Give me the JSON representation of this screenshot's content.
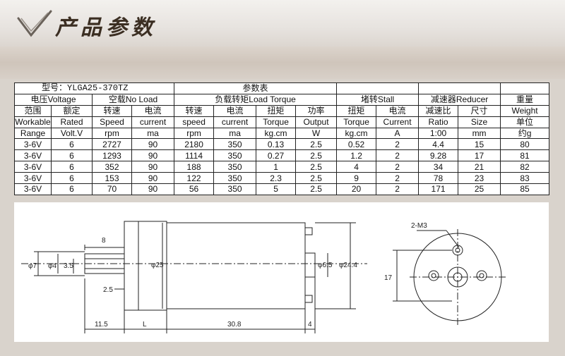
{
  "header": {
    "title": "产品参数"
  },
  "table": {
    "model_label": "型号：YLGA25-370TZ",
    "params_label": "参数表",
    "groups": {
      "voltage": "电压Voltage",
      "no_load": "空载No Load",
      "load_torque": "负载转矩Load Torque",
      "stall": "堵转Stall",
      "reducer": "减速器Reducer",
      "weight": "重量"
    },
    "header_cn": [
      "范围",
      "额定",
      "转速",
      "电流",
      "转速",
      "电流",
      "扭矩",
      "功率",
      "扭矩",
      "电流",
      "减速比",
      "尺寸",
      "Weight"
    ],
    "header_en": [
      "Workable",
      "Rated",
      "Speed",
      "current",
      "speed",
      "current",
      "Torque",
      "Output",
      "Torque",
      "Current",
      "Ratio",
      "Size",
      "单位"
    ],
    "header_units": [
      "Range",
      "Volt.V",
      "rpm",
      "ma",
      "rpm",
      "ma",
      "kg.cm",
      "W",
      "kg.cm",
      "A",
      "1:00",
      "mm",
      "约g"
    ],
    "rows": [
      [
        "3-6V",
        "6",
        "2727",
        "90",
        "2180",
        "350",
        "0.13",
        "2.5",
        "0.52",
        "2",
        "4.4",
        "15",
        "80"
      ],
      [
        "3-6V",
        "6",
        "1293",
        "90",
        "1114",
        "350",
        "0.27",
        "2.5",
        "1.2",
        "2",
        "9.28",
        "17",
        "81"
      ],
      [
        "3-6V",
        "6",
        "352",
        "90",
        "188",
        "350",
        "1",
        "2.5",
        "4",
        "2",
        "34",
        "21",
        "82"
      ],
      [
        "3-6V",
        "6",
        "153",
        "90",
        "122",
        "350",
        "2.3",
        "2.5",
        "9",
        "2",
        "78",
        "23",
        "83"
      ],
      [
        "3-6V",
        "6",
        "70",
        "90",
        "56",
        "350",
        "5",
        "2.5",
        "20",
        "2",
        "171",
        "25",
        "85"
      ]
    ]
  },
  "drawing": {
    "dim_8": "8",
    "dim_phi7": "φ7",
    "dim_phi4": "φ4",
    "dim_3_5": "3.5",
    "dim_2_5": "2.5",
    "dim_phi25": "φ25",
    "dim_phi6_5": "φ6.5",
    "dim_phi24_4": "φ24.4",
    "dim_11_5": "11.5",
    "dim_L": "L",
    "dim_30_8": "30.8",
    "dim_4": "4",
    "dim_2_m3": "2-M3",
    "dim_17": "17"
  },
  "colors": {
    "title": "#3b2e22",
    "line": "#222222"
  }
}
